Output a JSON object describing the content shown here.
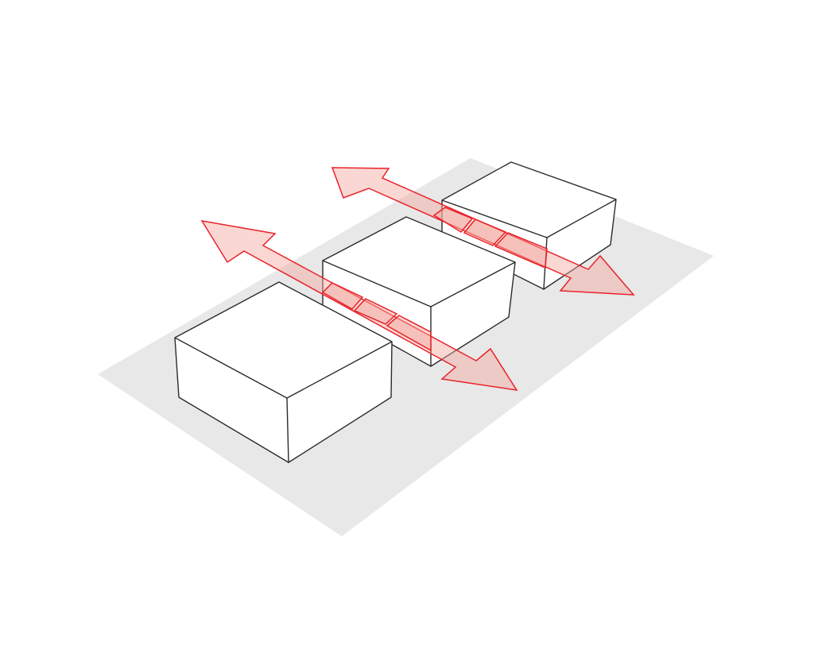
{
  "colors": {
    "background": "#ffffff",
    "ground": "#e8e8e8",
    "box_fill": "#ffffff",
    "box_edge": "#2b2b2b",
    "arrow_stroke": "#e8232a",
    "arrow_fill": "#f4a79d",
    "arrow_fill_opacity": 0.45
  },
  "elements": {
    "ground": "ground-plane",
    "boxes": [
      "building-block-front",
      "building-block-middle",
      "building-block-back"
    ],
    "arrows": [
      "passage-arrow-front",
      "passage-arrow-back"
    ]
  }
}
